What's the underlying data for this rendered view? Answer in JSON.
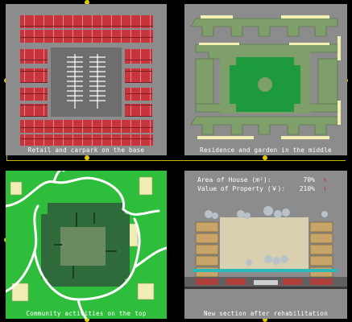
{
  "panels": [
    {
      "caption": "Retail and carpark on the base"
    },
    {
      "caption": "Residence and garden in the middle"
    },
    {
      "caption": "Community activities on the top"
    },
    {
      "caption": "New section after rehabilitation"
    }
  ],
  "stats": {
    "area_label": "Area of House (m²):",
    "area_value": "70%",
    "property_label": "Value of Property (￥):",
    "property_value": "210%",
    "arrow_icon": "up-arrow-icon"
  },
  "colors": {
    "background": "#000000",
    "panel_gray": "#8c8c8c",
    "retail_red": "#c8343c",
    "residence_green": "#7f9f6a",
    "garden_green": "#1e9a3e",
    "path_white": "#ffffff",
    "connector_yellow": "#c8b400"
  }
}
